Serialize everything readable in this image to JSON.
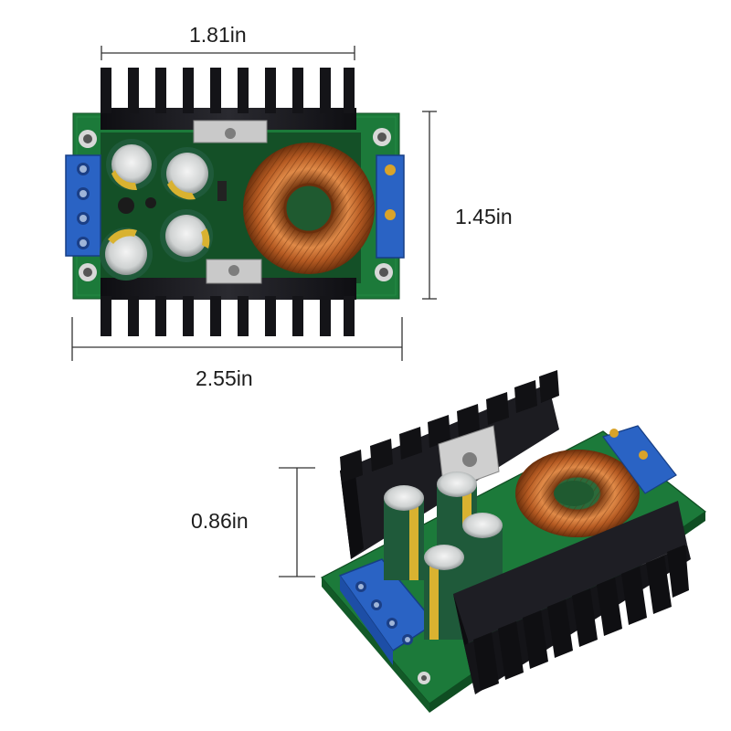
{
  "dimensions": {
    "top_width": "1.81in",
    "board_height": "1.45in",
    "overall_width": "2.55in",
    "profile_height": "0.86in"
  },
  "colors": {
    "pcb": "#1c7a3a",
    "heatsink": "#17171b",
    "terminal": "#2a63c4",
    "copper_coil": "#c46a2e",
    "capacitor_body": "#1f5a3a",
    "capacitor_stripe": "#d9b230",
    "line": "#222222"
  },
  "objects": {
    "top_view": "buck-converter-module-top-view",
    "angle_view": "buck-converter-module-angled-view"
  }
}
